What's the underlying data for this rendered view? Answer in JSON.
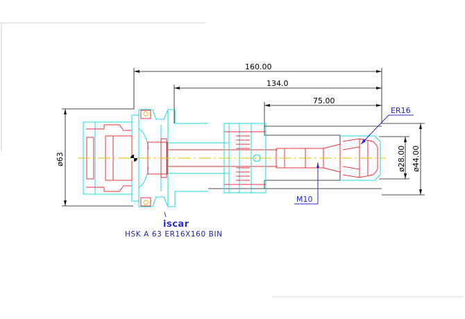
{
  "dimensions": {
    "overall_length": "160.00",
    "length_from_flange": "134.0",
    "front_length": "75.00",
    "flange_diameter": "ø63",
    "collet_diameter": "ø28.00",
    "body_diameter": "ø44.00"
  },
  "callouts": {
    "collet": "ER16",
    "thread": "M10"
  },
  "logo": {
    "text": "iscar"
  },
  "caption": "HSK A 63 ER16X160 BIN",
  "colors": {
    "outline_cyan": "#18d8e0",
    "section_red": "#e8323c",
    "annotation_blue": "#2222cc",
    "centerline_yellow": "#e6c000"
  }
}
